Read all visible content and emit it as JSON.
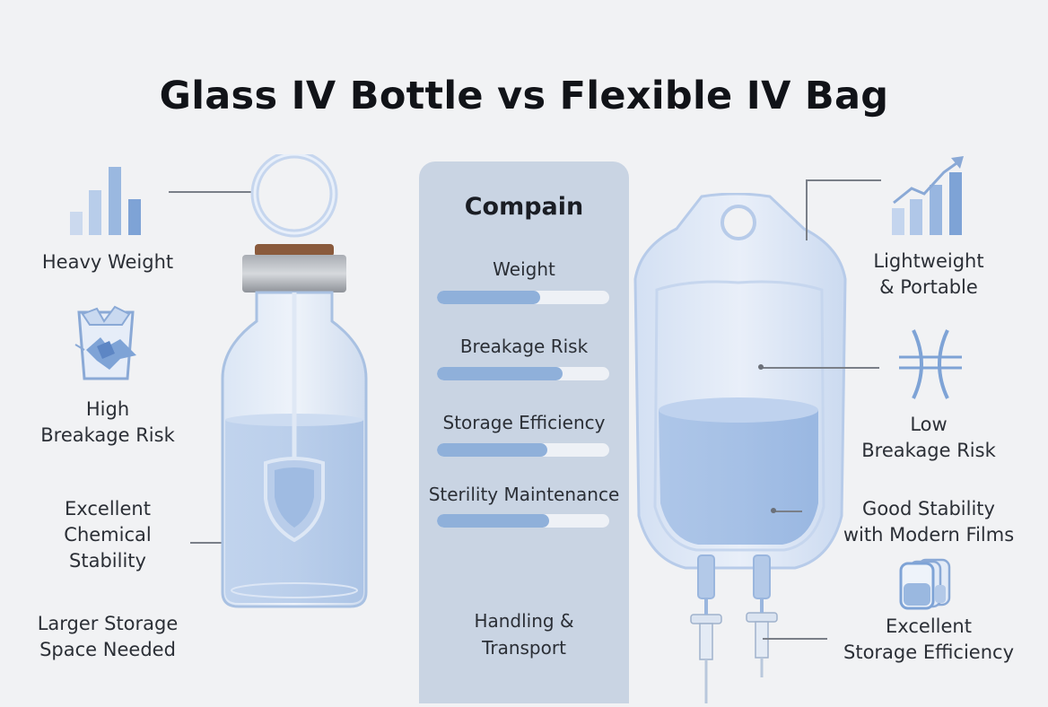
{
  "title": "Glass IV Bottle vs Flexible IV Bag",
  "left": {
    "weight": "Heavy Weight",
    "breakage_line1": "High",
    "breakage_line2": "Breakage Risk",
    "stability_line1": "Excellent",
    "stability_line2": "Chemical",
    "stability_line3": "Stability",
    "storage_line1": "Larger Storage",
    "storage_line2": "Space Needed"
  },
  "center": {
    "title": "Compain",
    "metrics": [
      {
        "label": "Weight",
        "level": 0.6
      },
      {
        "label": "Breakage Risk",
        "level": 0.73
      },
      {
        "label": "Storage Efficiency",
        "level": 0.64
      },
      {
        "label": "Sterility Maintenance",
        "level": 0.65
      }
    ],
    "handling_line1": "Handling &",
    "handling_line2": "Transport"
  },
  "right": {
    "weight_line1": "Lightweight",
    "weight_line2": "& Portable",
    "breakage_line1": "Low",
    "breakage_line2": "Breakage Risk",
    "stability_line1": "Good Stability",
    "stability_line2": "with Modern Films",
    "storage_line1": "Excellent",
    "storage_line2": "Storage Efficiency"
  },
  "colors": {
    "accent": "#8fb0da",
    "icon_blue": "#7ea3d6",
    "panel": "#c9d4e3"
  }
}
